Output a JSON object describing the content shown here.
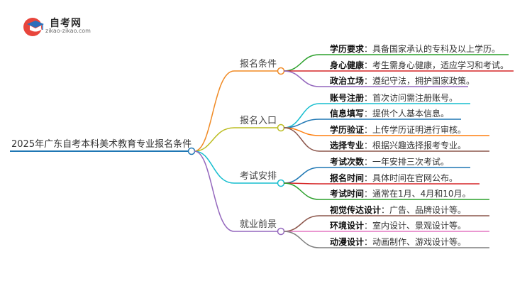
{
  "header": {
    "site_name": "自考网",
    "site_url": "zikao-zikao.com"
  },
  "mindmap": {
    "root": "2025年广东自考本科美术教育专业报名条件",
    "branches": [
      {
        "label": "报名条件",
        "color": "#f08a24",
        "items": [
          {
            "key": "学历要求",
            "sep": "：",
            "value": "具备国家承认的专科及以上学历。",
            "color": "#2ca02c"
          },
          {
            "key": "身心健康",
            "sep": "：",
            "value": "考生需身心健康，适应学习和考试。",
            "color": "#d62728"
          },
          {
            "key": "政治立场",
            "sep": "：",
            "value": "遵纪守法，拥护国家政策。",
            "color": "#9467bd"
          }
        ]
      },
      {
        "label": "报名入口",
        "color": "#bcbd22",
        "items": [
          {
            "key": "账号注册",
            "sep": "：",
            "value": "首次访问需注册账号。",
            "color": "#17becf"
          },
          {
            "key": "信息填写",
            "sep": "：",
            "value": "提供个人基本信息。",
            "color": "#1f77b4"
          },
          {
            "key": "学历验证",
            "sep": "：",
            "value": "上传学历证明进行审核。",
            "color": "#ff7f0e"
          },
          {
            "key": "选择专业",
            "sep": "：",
            "value": "根据兴趣选择报考专业。",
            "color": "#8c564b"
          }
        ]
      },
      {
        "label": "考试安排",
        "color": "#17becf",
        "items": [
          {
            "key": "考试次数",
            "sep": "：",
            "value": "一年安排三次考试。",
            "color": "#1f77b4"
          },
          {
            "key": "报名时间",
            "sep": "：",
            "value": "具体时间在官网公布。",
            "color": "#d62728"
          },
          {
            "key": "考试时间",
            "sep": "：",
            "value": "通常在1月、4月和10月。",
            "color": "#2ca02c"
          }
        ]
      },
      {
        "label": "就业前景",
        "color": "#9467bd",
        "items": [
          {
            "key": "视觉传达设计",
            "sep": "：",
            "value": "广告、品牌设计等。",
            "color": "#8c564b"
          },
          {
            "key": "环境设计",
            "sep": "：",
            "value": "室内设计、景观设计等。",
            "color": "#e377c2"
          },
          {
            "key": "动漫设计",
            "sep": "：",
            "value": "动画制作、游戏设计等。",
            "color": "#7f7f7f"
          }
        ]
      }
    ],
    "root_color": "#1f77b4"
  }
}
